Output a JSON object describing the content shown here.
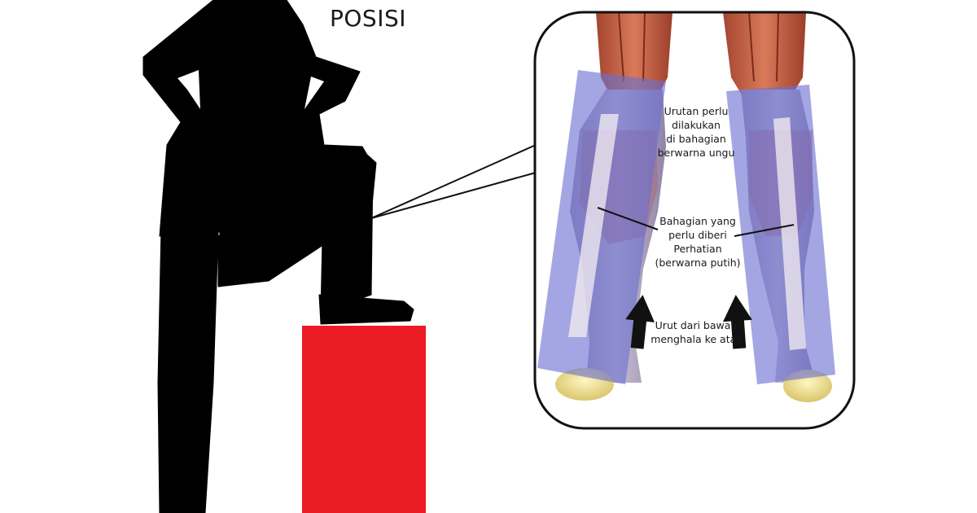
{
  "title": "POSISI",
  "colors": {
    "silhouette": "#000000",
    "step_block": "#ec1c24",
    "purple_zone": "#6b6fd0",
    "white_strip": "#f4eef2",
    "muscle": "#c8583f",
    "arrow": "#111111",
    "callout_border": "#111111"
  },
  "labels": {
    "purple_note": [
      "Urutan perlu",
      "dilakukan",
      "di bahagian",
      "berwarna ungu"
    ],
    "white_note": [
      "Bahagian yang",
      "perlu diberi",
      "Perhatian",
      "(berwarna putih)"
    ],
    "direction_note": [
      "Urut dari bawah",
      "menghala ke atas"
    ]
  },
  "icons": [
    "up-arrow-icon",
    "up-arrow-icon"
  ]
}
